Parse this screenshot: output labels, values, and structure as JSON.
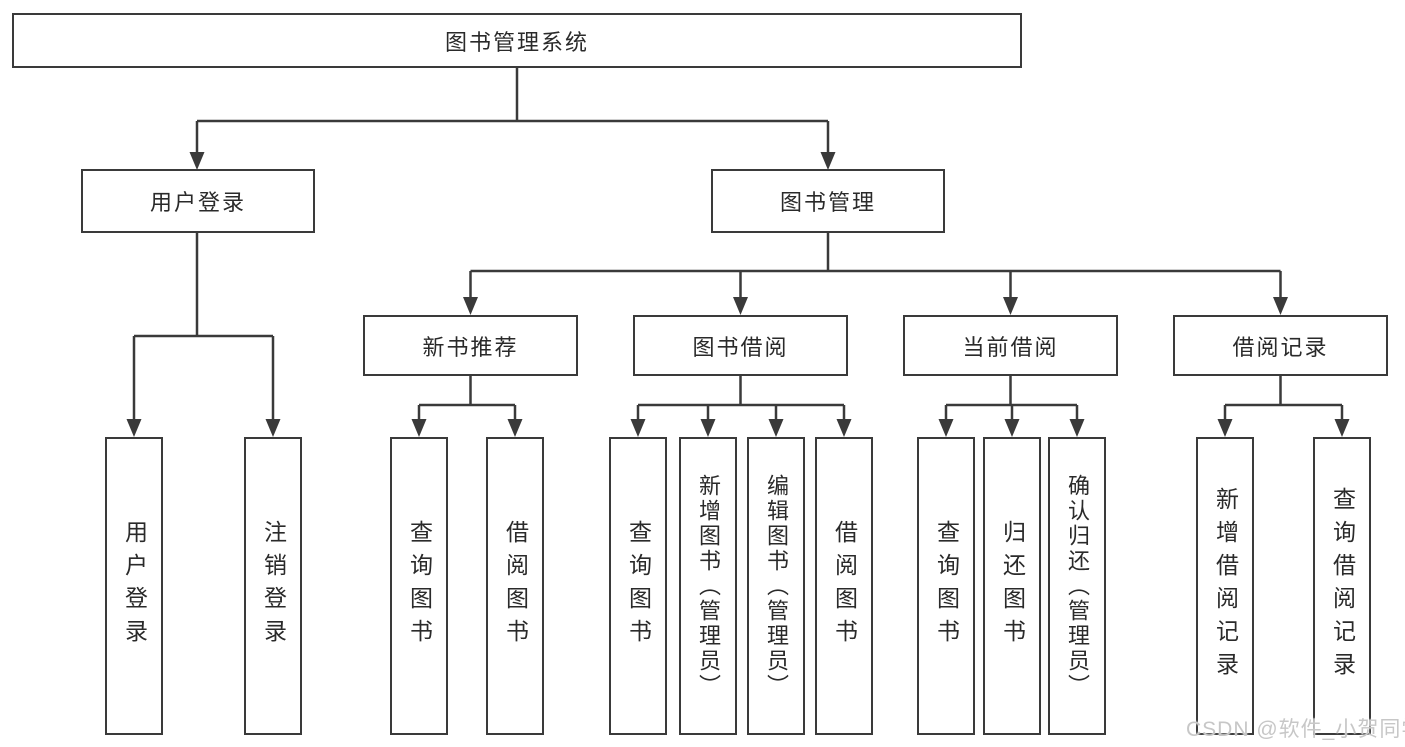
{
  "root": {
    "label": "图书管理系统"
  },
  "user_login": {
    "label": "用户登录",
    "children": [
      {
        "label": "用户登录"
      },
      {
        "label": "注销登录"
      }
    ]
  },
  "book_mgmt": {
    "label": "图书管理",
    "sections": [
      {
        "label": "新书推荐",
        "children": [
          {
            "label": "查询图书"
          },
          {
            "label": "借阅图书"
          }
        ]
      },
      {
        "label": "图书借阅",
        "children": [
          {
            "label": "查询图书"
          },
          {
            "label": "新增图书（管理员）"
          },
          {
            "label": "编辑图书（管理员）"
          },
          {
            "label": "借阅图书"
          }
        ]
      },
      {
        "label": "当前借阅",
        "children": [
          {
            "label": "查询图书"
          },
          {
            "label": "归还图书"
          },
          {
            "label": "确认归还（管理员）"
          }
        ]
      },
      {
        "label": "借阅记录",
        "children": [
          {
            "label": "新增借阅记录"
          },
          {
            "label": "查询借阅记录"
          }
        ]
      }
    ]
  },
  "watermark": "CSDN @软件_小贺同学",
  "colors": {
    "line": "#3a3a3a",
    "text": "#2a2a2a",
    "watermark": "#c7c7c7",
    "background": "#ffffff"
  }
}
